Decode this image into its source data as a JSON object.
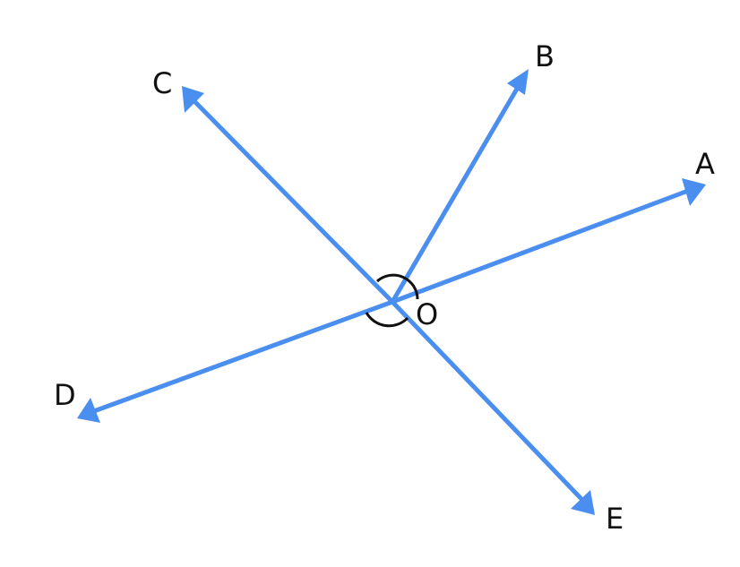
{
  "diagram": {
    "labels": {
      "A": "A",
      "B": "B",
      "C": "C",
      "D": "D",
      "E": "E",
      "O": "O"
    },
    "colors": {
      "ray": "#4a8ef0",
      "arc": "#111111",
      "text": "#111111"
    }
  }
}
